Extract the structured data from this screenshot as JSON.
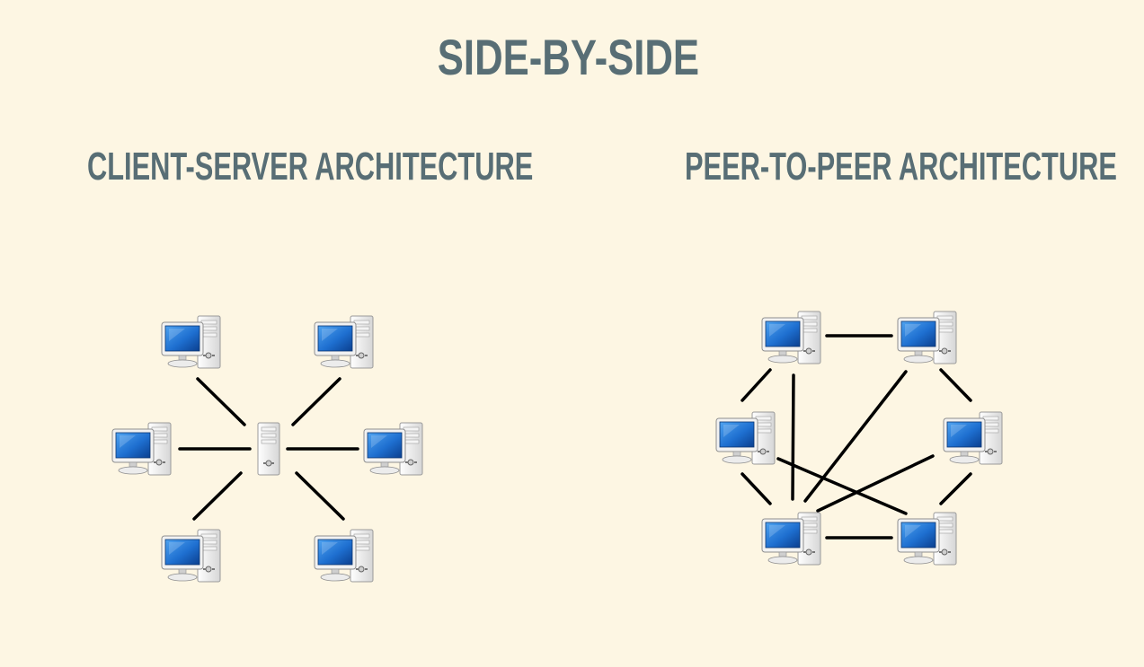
{
  "slide": {
    "title": "SIDE-BY-SIDE"
  },
  "client_server": {
    "title": "CLIENT-SERVER ARCHITECTURE",
    "center_node": "server-tower-icon",
    "client_count": 6
  },
  "peer_to_peer": {
    "title": "PEER-TO-PEER ARCHITECTURE",
    "peer_count": 6
  },
  "colors": {
    "background": "#fdf6e3",
    "text": "#586e75",
    "link": "#000000",
    "screen": "#1e6fd0",
    "case": "#e8e8e8"
  }
}
